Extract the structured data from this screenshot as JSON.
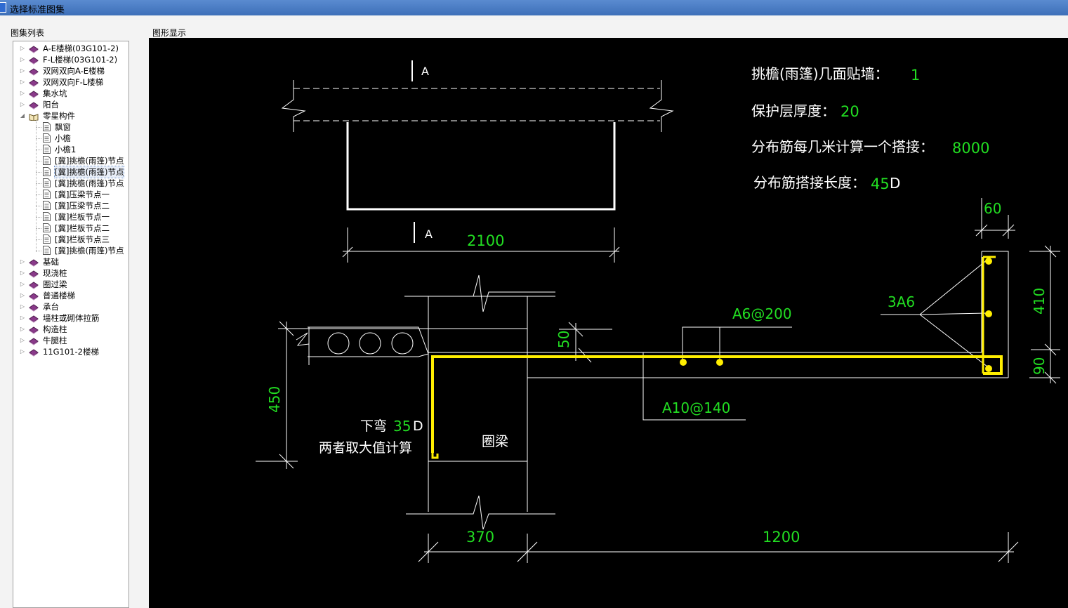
{
  "window": {
    "title": "选择标准图集"
  },
  "left_panel": {
    "label": "图集列表"
  },
  "right_panel": {
    "label": "图形显示"
  },
  "tree": [
    {
      "label": "A-E楼梯(03G101-2)",
      "kind": "book",
      "level": 0,
      "expand": "collapsed"
    },
    {
      "label": "F-L楼梯(03G101-2)",
      "kind": "book",
      "level": 0,
      "expand": "collapsed"
    },
    {
      "label": "双网双向A-E楼梯",
      "kind": "book",
      "level": 0,
      "expand": "collapsed"
    },
    {
      "label": "双网双向F-L楼梯",
      "kind": "book",
      "level": 0,
      "expand": "collapsed"
    },
    {
      "label": "集水坑",
      "kind": "book",
      "level": 0,
      "expand": "collapsed"
    },
    {
      "label": "阳台",
      "kind": "book",
      "level": 0,
      "expand": "collapsed"
    },
    {
      "label": "零星构件",
      "kind": "openbook",
      "level": 0,
      "expand": "expanded"
    },
    {
      "label": "飘窗",
      "kind": "doc",
      "level": 1
    },
    {
      "label": "小檐",
      "kind": "doc",
      "level": 1
    },
    {
      "label": "小檐1",
      "kind": "doc",
      "level": 1
    },
    {
      "label": "[冀]挑檐(雨篷)节点",
      "kind": "doc",
      "level": 1
    },
    {
      "label": "[冀]挑檐(雨篷)节点",
      "kind": "doc",
      "level": 1,
      "selected": true
    },
    {
      "label": "[冀]挑檐(雨篷)节点",
      "kind": "doc",
      "level": 1
    },
    {
      "label": "[冀]压梁节点一",
      "kind": "doc",
      "level": 1
    },
    {
      "label": "[冀]压梁节点二",
      "kind": "doc",
      "level": 1
    },
    {
      "label": "[冀]栏板节点一",
      "kind": "doc",
      "level": 1
    },
    {
      "label": "[冀]栏板节点二",
      "kind": "doc",
      "level": 1
    },
    {
      "label": "[冀]栏板节点三",
      "kind": "doc",
      "level": 1
    },
    {
      "label": "[冀]挑檐(雨篷)节点",
      "kind": "doc",
      "level": 1
    },
    {
      "label": "基础",
      "kind": "book",
      "level": 0,
      "expand": "collapsed"
    },
    {
      "label": "现浇桩",
      "kind": "book",
      "level": 0,
      "expand": "collapsed"
    },
    {
      "label": "圈过梁",
      "kind": "book",
      "level": 0,
      "expand": "collapsed"
    },
    {
      "label": "普通楼梯",
      "kind": "book",
      "level": 0,
      "expand": "collapsed"
    },
    {
      "label": "承台",
      "kind": "book",
      "level": 0,
      "expand": "collapsed"
    },
    {
      "label": "墙柱或砌体拉筋",
      "kind": "book",
      "level": 0,
      "expand": "collapsed"
    },
    {
      "label": "构造柱",
      "kind": "book",
      "level": 0,
      "expand": "collapsed"
    },
    {
      "label": "牛腿柱",
      "kind": "book",
      "level": 0,
      "expand": "collapsed"
    },
    {
      "label": "11G101-2楼梯",
      "kind": "book",
      "level": 0,
      "expand": "collapsed"
    }
  ],
  "drawing": {
    "params": [
      {
        "label": "挑檐(雨篷)几面贴墙：",
        "value": "1"
      },
      {
        "label": "保护层厚度：",
        "value": "20"
      },
      {
        "label": "分布筋每几米计算一个搭接：",
        "value": "8000"
      },
      {
        "label": "分布筋搭接长度：",
        "value": "45",
        "suffix": "D"
      }
    ],
    "section_mark_top": "A",
    "section_mark_bottom": "A",
    "dim_plan_width": "2100",
    "dim_60": "60",
    "dim_410": "410",
    "dim_90": "90",
    "dim_450": "450",
    "dim_50": "50",
    "dim_370": "370",
    "dim_1200": "1200",
    "label_3a6": "3A6",
    "label_a6": "A6@200",
    "label_a10": "A10@140",
    "label_bend_prefix": "下弯",
    "label_bend_value": "35",
    "label_bend_suffix": "D",
    "label_max": "两者取大值计算",
    "label_ring_beam": "圈梁",
    "colors": {
      "line": "#ffffff",
      "value": "#22dd22",
      "rebar": "#ffee00",
      "background": "#000000"
    }
  }
}
